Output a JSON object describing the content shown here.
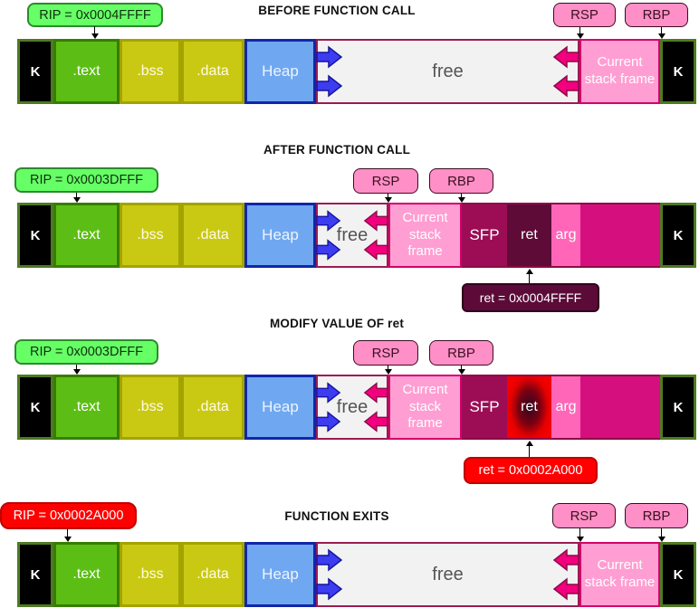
{
  "sections": {
    "before": {
      "title": "BEFORE FUNCTION CALL",
      "rip_label": "RIP = 0x0004FFFF",
      "rsp_label": "RSP",
      "rbp_label": "RBP"
    },
    "after": {
      "title": "AFTER FUNCTION CALL",
      "rip_label": "RIP = 0x0003DFFF",
      "rsp_label": "RSP",
      "rbp_label": "RBP",
      "ret_value_label": "ret = 0x0004FFFF"
    },
    "modify": {
      "title": "MODIFY VALUE OF ret",
      "rip_label": "RIP = 0x0003DFFF",
      "rsp_label": "RSP",
      "rbp_label": "RBP",
      "ret_value_label": "ret = 0x0002A000"
    },
    "exits": {
      "title": "FUNCTION EXITS",
      "rip_label": "RIP = 0x0002A000",
      "rsp_label": "RSP",
      "rbp_label": "RBP"
    }
  },
  "segments": {
    "kernel": "K",
    "text": ".text",
    "bss": ".bss",
    "data": ".data",
    "heap": "Heap",
    "free": "free",
    "stack_frame": "Current stack frame",
    "sfp": "SFP",
    "ret": "ret",
    "arg": "arg"
  },
  "colors": {
    "rip_ok_badge": "#66ff66",
    "rip_hijacked_badge": "#ff0000",
    "register_badge": "#ff8fc7",
    "text_segment": "#5cbe14",
    "bss_data_segment": "#c9c913",
    "heap_segment": "#6fa8f0",
    "free_region": "#f2f2f2",
    "stack_frame": "#ff9ed2",
    "sfp_cell": "#9c0d56",
    "ret_cell": "#5e0b38",
    "arg_cell": "#ff66b8",
    "used_stack": "#d60f7e",
    "ret_old_badge": "#5c0b38",
    "ret_new_badge": "#ff0000",
    "heap_growth_arrow": "#3c3cf0",
    "stack_growth_arrow": "#f2007e"
  }
}
